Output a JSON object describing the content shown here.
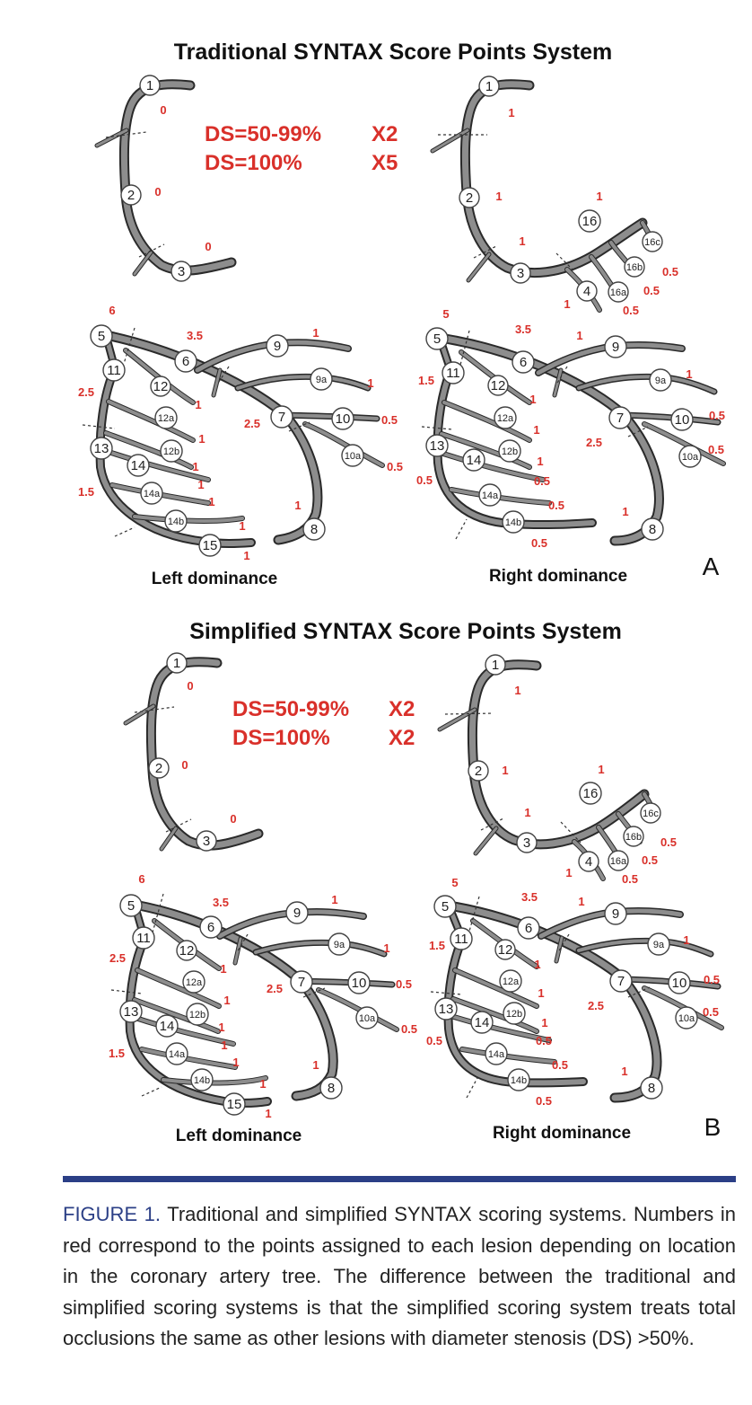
{
  "panels": [
    {
      "letter": "A",
      "title": "Traditional SYNTAX Score Points System",
      "rules": [
        {
          "label": "DS=50-99%",
          "multiplier": "X2"
        },
        {
          "label": "DS=100%",
          "multiplier": "X5"
        }
      ],
      "left_label": "Left dominance",
      "right_label": "Right dominance"
    },
    {
      "letter": "B",
      "title": "Simplified SYNTAX Score Points System",
      "rules": [
        {
          "label": "DS=50-99%",
          "multiplier": "X2"
        },
        {
          "label": "DS=100%",
          "multiplier": "X2"
        }
      ],
      "left_label": "Left dominance",
      "right_label": "Right dominance"
    }
  ],
  "segments": {
    "left_rca": [
      "1",
      "2",
      "3"
    ],
    "right_rca": [
      "1",
      "2",
      "3",
      "4",
      "16",
      "16a",
      "16b",
      "16c"
    ],
    "left_lca": [
      "5",
      "6",
      "7",
      "8",
      "9",
      "9a",
      "10",
      "10a",
      "11",
      "12",
      "12a",
      "12b",
      "13",
      "14",
      "14a",
      "14b",
      "15"
    ],
    "right_lca": [
      "5",
      "6",
      "7",
      "8",
      "9",
      "9a",
      "10",
      "10a",
      "11",
      "12",
      "12a",
      "12b",
      "13",
      "14",
      "14a",
      "14b"
    ]
  },
  "points": {
    "left_rca": [
      "0",
      "0",
      "0"
    ],
    "right_rca": [
      "1",
      "1",
      "1",
      "1",
      "1",
      "0.5",
      "0.5",
      "0.5"
    ],
    "left_lca": [
      "6",
      "3.5",
      "2.5",
      "1",
      "1",
      "1",
      "0.5",
      "0.5",
      "2.5",
      "1",
      "1",
      "1",
      "1.5",
      "1",
      "1",
      "1",
      "1"
    ],
    "right_lca": [
      "5",
      "3.5",
      "2.5",
      "1",
      "1",
      "1",
      "0.5",
      "0.5",
      "1.5",
      "1",
      "1",
      "1",
      "0.5",
      "0.5",
      "0.5",
      "0.5"
    ]
  },
  "caption": {
    "label": "FIGURE 1.",
    "text": " Traditional and simplified SYNTAX scoring systems. Numbers in red correspond to the points assigned to each lesion depending on location in the coronary artery tree. The difference between the traditional and simplified scoring systems is that the simplified scoring system treats total occlusions the same as other lesions with diameter stenosis (DS) >50%."
  },
  "colors": {
    "points_red": "#d9302a",
    "divider_blue": "#2b3f86",
    "vessel_gray": "#8d8d8d"
  }
}
